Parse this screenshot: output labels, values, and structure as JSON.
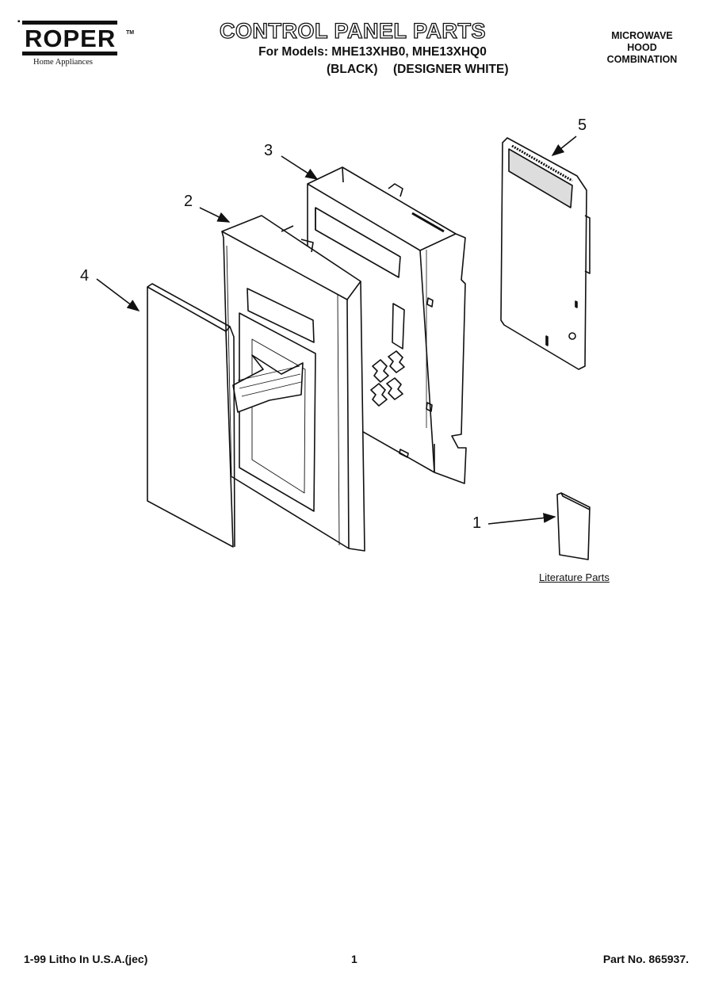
{
  "brand": {
    "name": "ROPER",
    "trademark": "TM",
    "tagline": "Home Appliances"
  },
  "header": {
    "title": "CONTROL PANEL PARTS",
    "models": "For Models: MHE13XHB0, MHE13XHQ0",
    "color_1": "(BLACK)",
    "color_2": "(DESIGNER WHITE)"
  },
  "product_type": {
    "line1": "MICROWAVE",
    "line2": "HOOD",
    "line3": "COMBINATION"
  },
  "callouts": {
    "c1": "1",
    "c2": "2",
    "c3": "3",
    "c4": "4",
    "c5": "5"
  },
  "literature_label": "Literature Parts",
  "footer": {
    "left": "1-99 Litho In U.S.A.(jec)",
    "page": "1",
    "part_number": "Part No. 865937."
  }
}
